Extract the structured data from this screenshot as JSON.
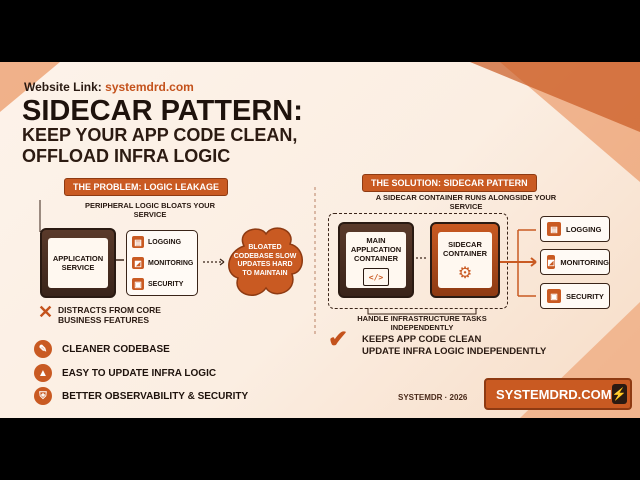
{
  "header": {
    "website_prefix": "Website Link:",
    "website_url": "systemdrd.com",
    "title": "SIDECAR PATTERN:",
    "subtitle": "KEEP YOUR APP CODE CLEAN, OFFLOAD INFRA LOGIC"
  },
  "problem": {
    "tag": "THE PROBLEM: LOGIC LEAKAGE",
    "note": "PERIPHERAL LOGIC BLOATS YOUR SERVICE",
    "app_label": "APPLICATION SERVICE",
    "items": [
      {
        "icon": "document-icon",
        "label": "LOGGING"
      },
      {
        "icon": "monitor-icon",
        "label": "MONITORING"
      },
      {
        "icon": "lock-icon",
        "label": "SECURITY"
      }
    ],
    "cloud_text": "BLOATED CODEBASE SLOW UPDATES HARD TO MAINTAIN",
    "x_text": "DISTRACTS FROM CORE BUSINESS FEATURES"
  },
  "solution": {
    "tag": "THE SOLUTION: SIDECAR PATTERN",
    "note": "A SIDECAR CONTAINER RUNS ALONGSIDE YOUR SERVICE",
    "main_label": "MAIN APPLICATION CONTAINER",
    "sidecar_label": "SIDECAR CONTAINER",
    "handle_text": "HANDLE INFRASTRUCTURE TASKS INDEPENDENTLY",
    "items": [
      {
        "icon": "document-icon",
        "label": "LOGGING"
      },
      {
        "icon": "monitor-icon",
        "label": "MONITORING"
      },
      {
        "icon": "lock-icon",
        "label": "SECURITY"
      }
    ],
    "check_line1": "KEEPS APP CODE CLEAN",
    "check_line2": "UPDATE INFRA LOGIC INDEPENDENTLY"
  },
  "benefits": [
    {
      "icon": "broom-icon",
      "label": "CLEANER CODEBASE"
    },
    {
      "icon": "arrow-up-icon",
      "label": "EASY TO UPDATE INFRA LOGIC"
    },
    {
      "icon": "shield-icon",
      "label": "BETTER OBSERVABILITY & SECURITY"
    }
  ],
  "footer": {
    "credit": "SYSTEMDR · 2026",
    "cta": "SYSTEMDRD.COM"
  },
  "colors": {
    "accent": "#c95a22",
    "dark": "#2a1a12",
    "background": "#fdf3ea"
  }
}
